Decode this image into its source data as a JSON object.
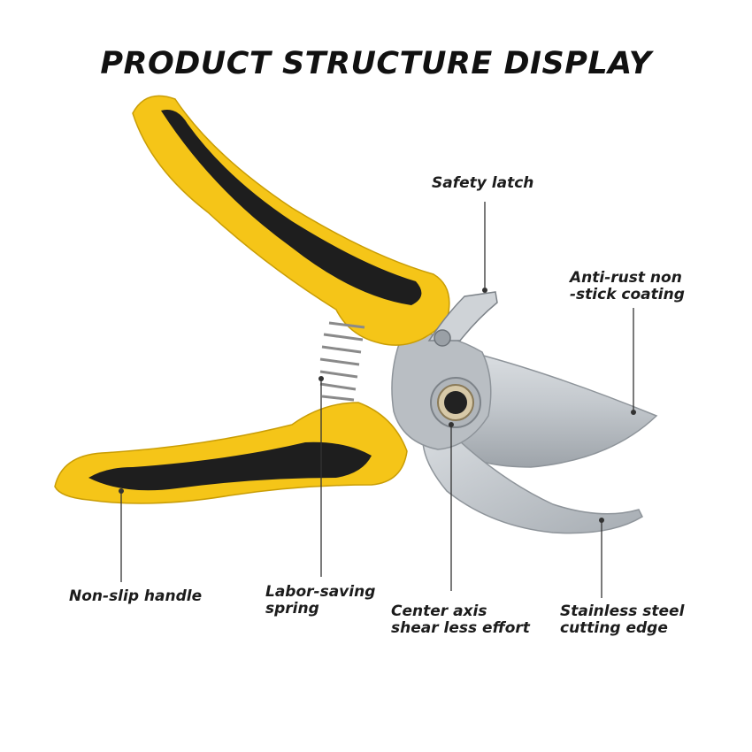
{
  "title": "PRODUCT STRUCTURE DISPLAY",
  "colors": {
    "handle_yellow": "#F5C518",
    "grip_black": "#1e1e1e",
    "blade_steel": "#c8ccd0",
    "spring": "#8a8a8a"
  },
  "labels": {
    "safety_latch": "Safety latch",
    "anti_rust_line1": "Anti-rust non",
    "anti_rust_line2": "-stick coating",
    "non_slip_handle": "Non-slip handle",
    "spring_line1": "Labor-saving",
    "spring_line2": "spring",
    "center_axis_line1": "Center axis",
    "center_axis_line2": "shear less effort",
    "cutting_edge_line1": "Stainless steel",
    "cutting_edge_line2": "cutting edge"
  }
}
